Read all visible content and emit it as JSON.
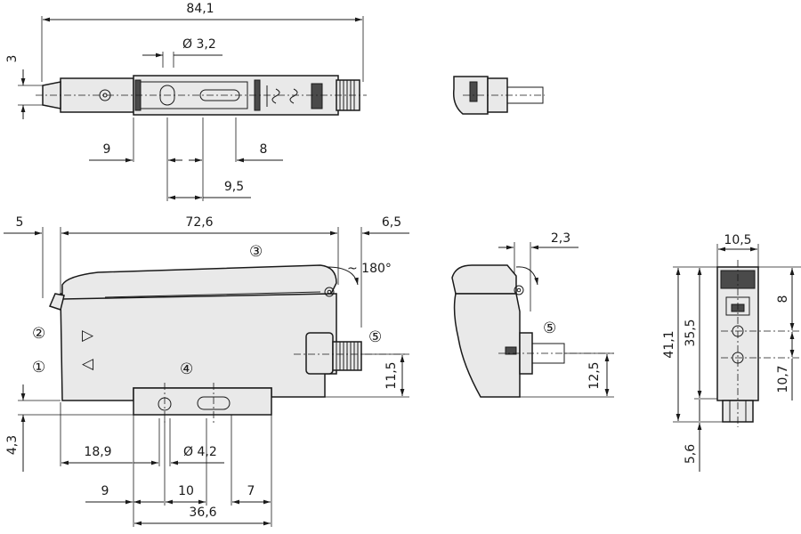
{
  "dimensions": {
    "overall_length_top": "84,1",
    "hole_diameter_top": "Ø 3,2",
    "height_3": "3",
    "offset_9_top": "9",
    "offset_8_top": "8",
    "offset_9_5": "9,5",
    "offset_5": "5",
    "length_72_6": "72,6",
    "offset_6_5": "6,5",
    "angle_180": "~ 180°",
    "height_11_5": "11,5",
    "height_4_3": "4,3",
    "offset_18_9": "18,9",
    "hole_diameter_bottom": "Ø 4,2",
    "offset_9_bottom": "9",
    "offset_10": "10",
    "offset_7": "7",
    "base_36_6": "36,6",
    "offset_2_3": "2,3",
    "height_12_5": "12,5",
    "width_10_5": "10,5",
    "height_41_1": "41,1",
    "height_35_5": "35,5",
    "offset_8_right": "8",
    "offset_10_7": "10,7",
    "offset_5_6": "5,6"
  },
  "callouts": {
    "c1": "①",
    "c2": "②",
    "c3": "③",
    "c4": "④",
    "c5a": "⑤",
    "c5b": "⑤"
  },
  "indicators": {
    "arrow_right": "▷",
    "arrow_left": "◁"
  }
}
